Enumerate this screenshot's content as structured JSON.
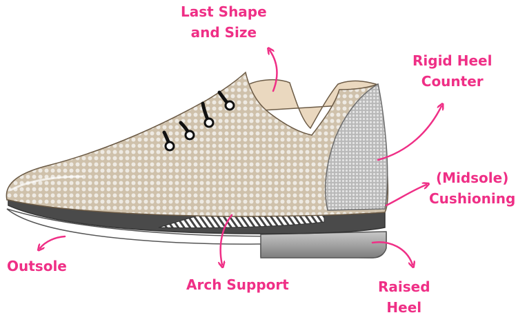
{
  "colors": {
    "accent": "#ef2f86",
    "upper": "#cfc1ab",
    "dots": "#eeeeee",
    "lining": "#ead8bf",
    "heel_counter": "#bdbdbd",
    "midsole": "#4a4a4a",
    "heel": "#9a9a9a"
  },
  "labels": {
    "last_shape": {
      "line1": "Last Shape",
      "line2": "and Size"
    },
    "rigid_heel": {
      "line1": "Rigid Heel",
      "line2": "Counter"
    },
    "midsole": {
      "line1": "(Midsole)",
      "line2": "Cushioning"
    },
    "raised_heel": {
      "line1": "Raised",
      "line2": "Heel"
    },
    "arch_support": {
      "line1": "Arch Support"
    },
    "outsole": {
      "line1": "Outsole"
    }
  }
}
